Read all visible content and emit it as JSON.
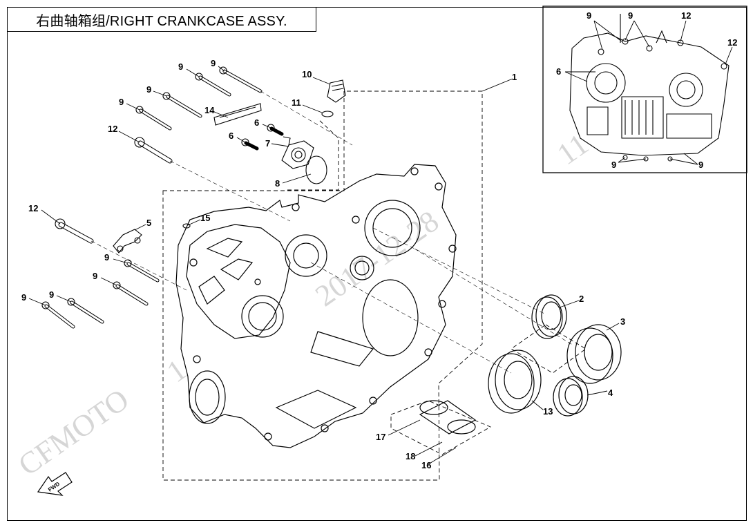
{
  "title": "右曲轴箱组/RIGHT CRANKCASE ASSY.",
  "watermark": {
    "brand": "CFMOTO",
    "left_fragment": "1",
    "center_fragment": "2017-12-28",
    "right_fragment": "11"
  },
  "fwd_label": "FWD",
  "main_callouts": [
    "9",
    "9",
    "9",
    "9",
    "14",
    "12",
    "10",
    "11",
    "6",
    "6",
    "7",
    "8",
    "1",
    "12",
    "5",
    "15",
    "9",
    "9",
    "9",
    "9",
    "2",
    "3",
    "4",
    "13",
    "17",
    "18",
    "16"
  ],
  "inset_callouts": [
    "9",
    "9",
    "12",
    "12",
    "6",
    "9",
    "9"
  ]
}
